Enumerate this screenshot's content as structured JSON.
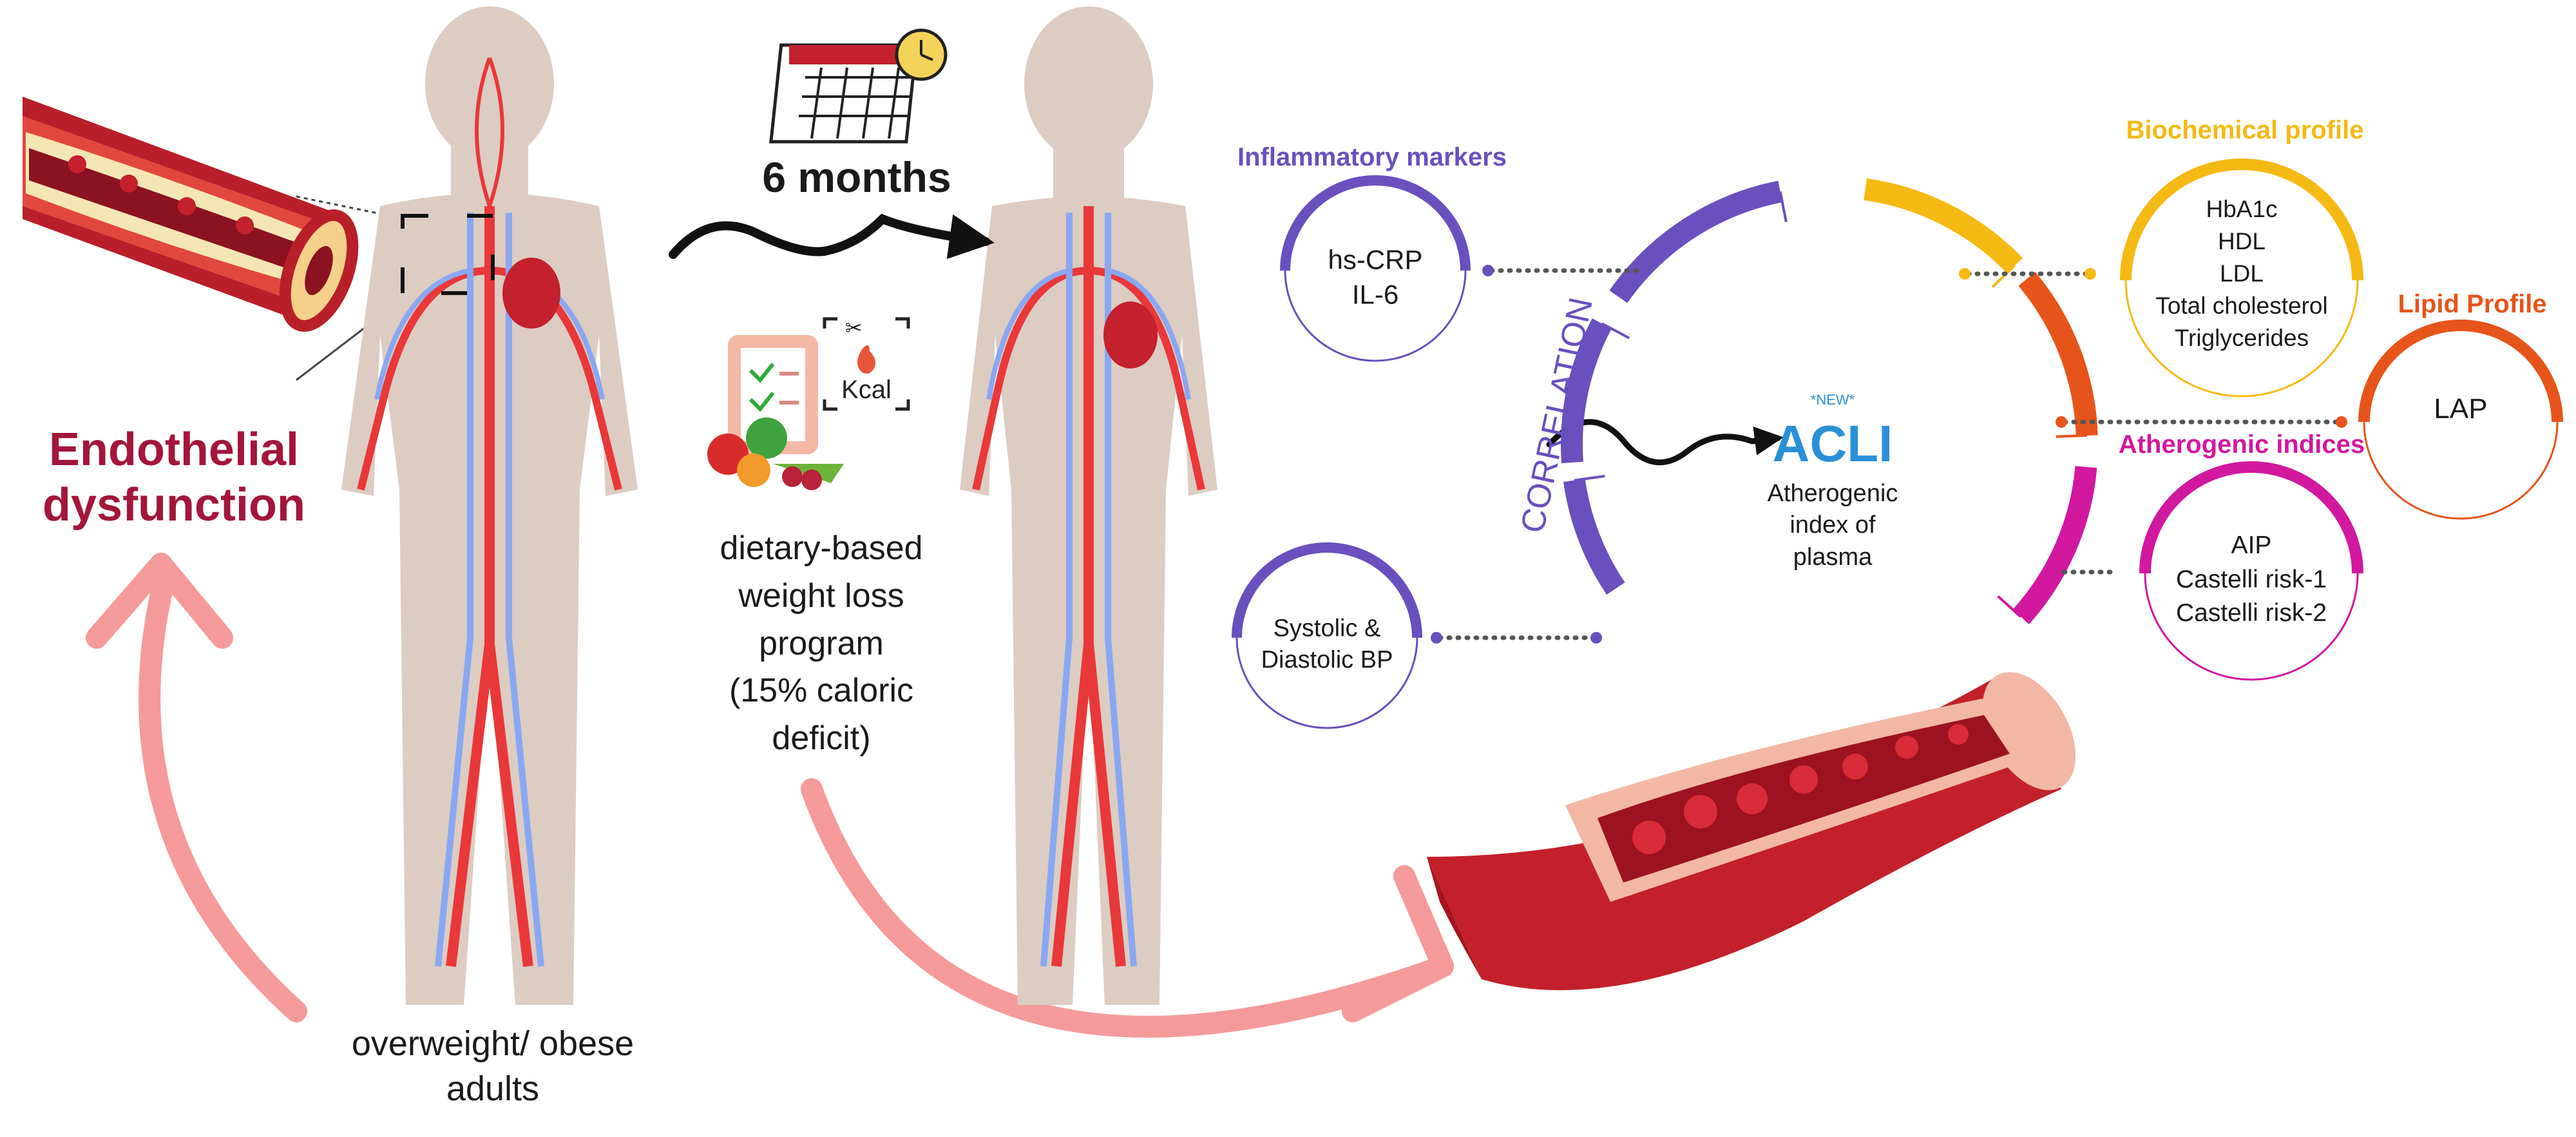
{
  "left_label": {
    "line1": "Endothelial",
    "line2": "dysfunction"
  },
  "population": {
    "line1": "overweight/ obese",
    "line2": "adults"
  },
  "duration": "6 months",
  "kcal_icon_label": "Kcal",
  "program": {
    "lines": [
      "dietary-based",
      "weight loss",
      "program",
      "(15% caloric",
      "deficit)"
    ]
  },
  "inflammatory": {
    "title": "Inflammatory markers",
    "items": [
      "hs-CRP",
      "IL-6"
    ]
  },
  "blood_pressure": {
    "items": [
      "Systolic &",
      "Diastolic BP"
    ]
  },
  "correlation_label": "CORRELATION",
  "acli": {
    "new_tag": "*NEW*",
    "name": "ACLI",
    "desc": [
      "Atherogenic",
      "index of",
      "plasma"
    ]
  },
  "biochemical": {
    "title": "Biochemical profile",
    "items": [
      "HbA1c",
      "HDL",
      "LDL",
      "Total cholesterol",
      "Triglycerides"
    ]
  },
  "lipid": {
    "title": "Lipid Profile",
    "items": [
      "LAP"
    ]
  },
  "atherogenic": {
    "title": "Atherogenic indices",
    "items": [
      "AIP",
      "Castelli risk-1",
      "Castelli risk-2"
    ]
  },
  "colors": {
    "purple": "#6a4fbf",
    "yellow": "#f5b914",
    "orange": "#e6541b",
    "magenta": "#d1189e",
    "acli_blue": "#2a8fd8",
    "endothelial_red": "#a3163a",
    "artery_red": "#e8383a",
    "vein_blue": "#8aa7f2",
    "body_beige": "#dcccc2",
    "pink_arrow": "#f49a9a"
  }
}
